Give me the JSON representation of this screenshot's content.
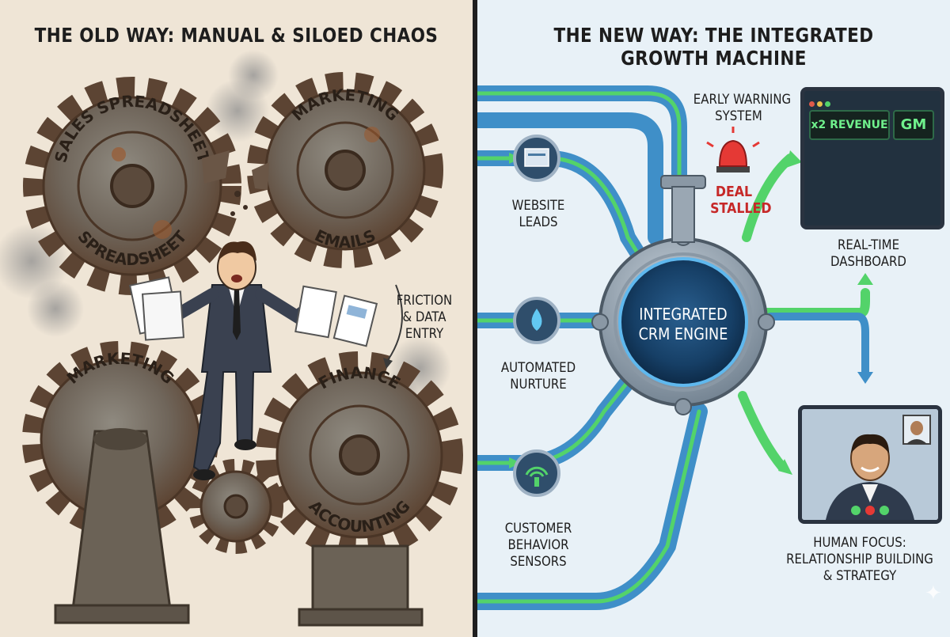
{
  "old_way": {
    "title": "THE OLD WAY: MANUAL & SILOED CHAOS",
    "gears": {
      "top_left": [
        "SALES SPREADSHEET",
        "SPREADSHEET"
      ],
      "top_right": [
        "MARKETING",
        "EMAILS"
      ],
      "bottom_left": "MARKETING",
      "bottom_right": [
        "FINANCE",
        "ACCOUNTING"
      ]
    },
    "annotation": [
      "FRICTION",
      "& DATA",
      "ENTRY"
    ]
  },
  "new_way": {
    "title": "THE NEW WAY: THE INTEGRATED GROWTH MACHINE",
    "engine": [
      "INTEGRATED",
      "CRM ENGINE"
    ],
    "inputs": {
      "website": [
        "WEBSITE",
        "LEADS"
      ],
      "nurture": [
        "AUTOMATED",
        "NURTURE"
      ],
      "sensors": [
        "CUSTOMER",
        "BEHAVIOR",
        "SENSORS"
      ]
    },
    "warning": {
      "label": [
        "EARLY WARNING",
        "SYSTEM"
      ],
      "alert": [
        "DEAL",
        "STALLED"
      ]
    },
    "dashboard": {
      "metric_left": "x2 REVENUE",
      "metric_right": "GM",
      "label": [
        "REAL-TIME",
        "DASHBOARD"
      ]
    },
    "human": {
      "label": [
        "HUMAN FOCUS:",
        "RELATIONSHIP BUILDING",
        "& STRATEGY"
      ]
    }
  },
  "colors": {
    "old_bg": "#efe5d6",
    "new_bg": "#e8f1f7",
    "rust": "#8a5a3a",
    "pipe_blue": "#3f8fc8",
    "pipe_green": "#53d36a",
    "alert_red": "#c62828"
  }
}
